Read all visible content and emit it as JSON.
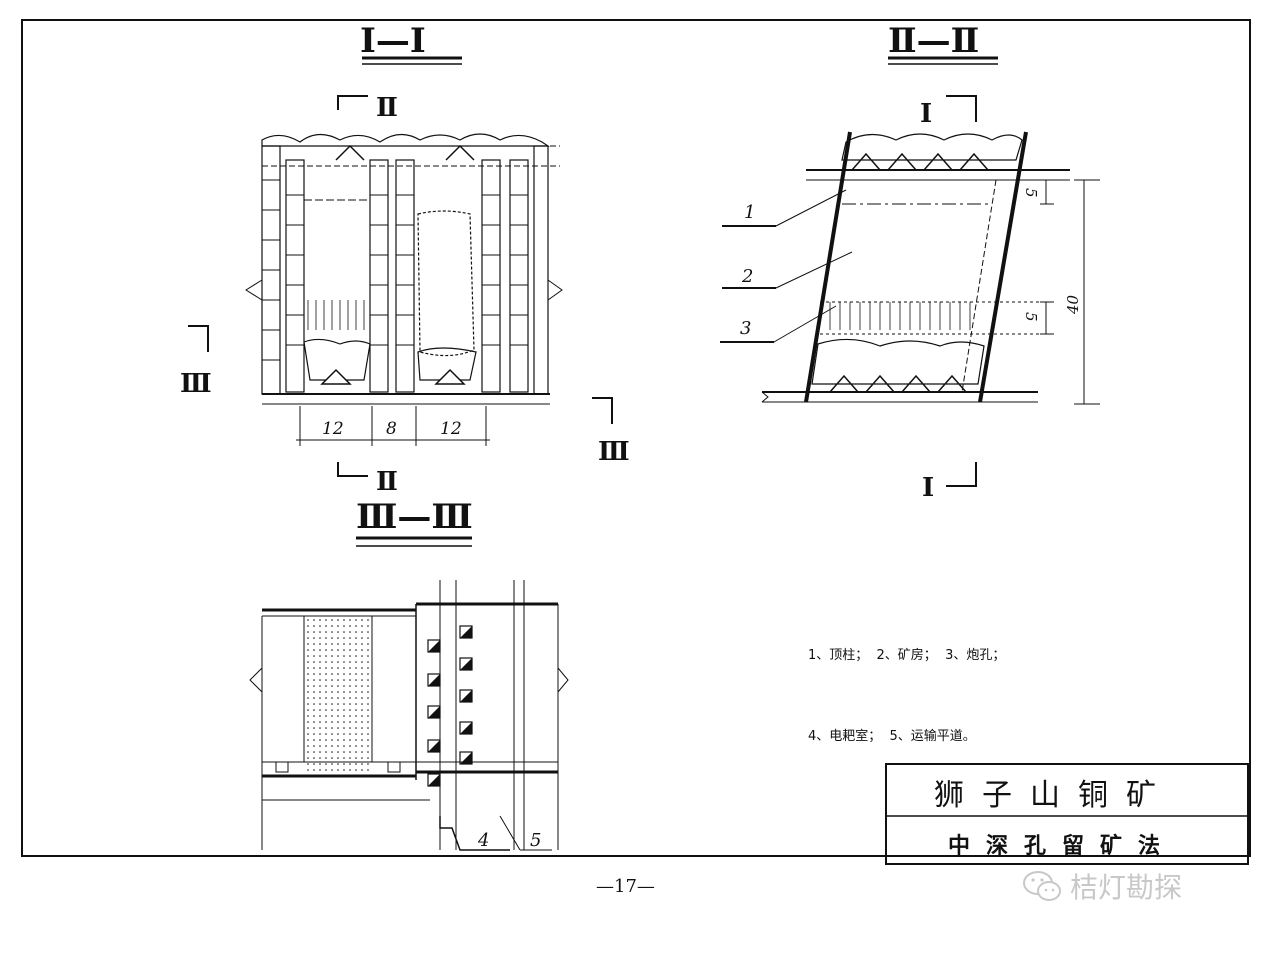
{
  "sections": {
    "s1": "Ⅰ—Ⅰ",
    "s2": "Ⅱ—Ⅱ",
    "s3": "Ⅲ—Ⅲ"
  },
  "markers": {
    "roman_1": "Ⅰ",
    "roman_2": "Ⅱ",
    "roman_3": "Ⅲ"
  },
  "dimensions": {
    "w1": "12",
    "w2": "8",
    "w3": "12",
    "h_top": "5",
    "h_mid": "5",
    "h_total": "40"
  },
  "callouts": {
    "c1": "1",
    "c2": "2",
    "c3": "3",
    "c4": "4",
    "c5": "5"
  },
  "legend": {
    "line1": "1、顶柱；  2、矿房；  3、炮孔；",
    "line2": "4、电耙室；  5、运输平道。"
  },
  "title_block": {
    "mine_name": "狮子山铜矿",
    "method": "中深孔留矿法"
  },
  "page_number": "—17—",
  "watermark_text": "桔灯勘探",
  "colors": {
    "ink": "#111111",
    "watermark": "#c8c8c8"
  }
}
